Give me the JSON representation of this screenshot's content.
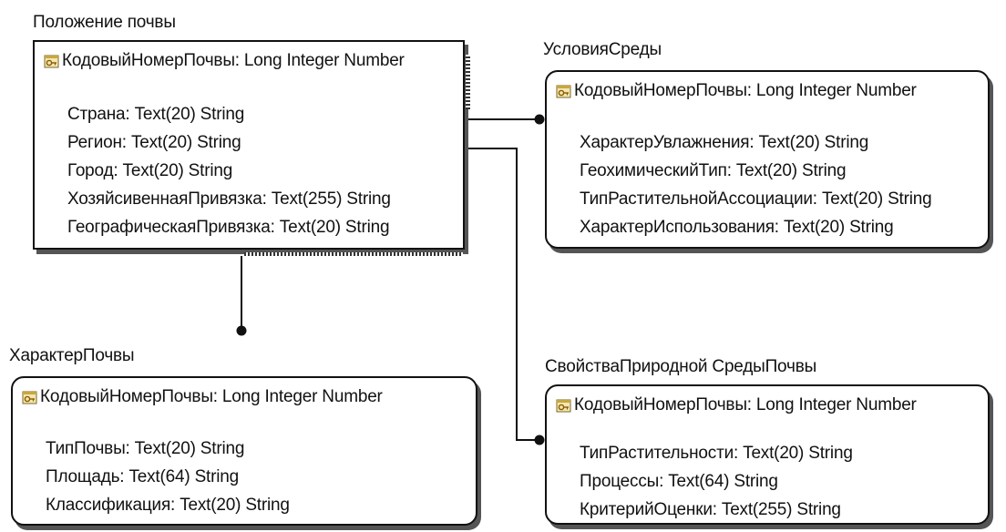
{
  "entities": {
    "soil_position": {
      "title": "Положение почвы",
      "key": "КодовыйНомерПочвы: Long Integer Number",
      "attributes": [
        "Страна: Text(20) String",
        "Регион: Text(20) String",
        "Город: Text(20) String",
        "ХозяйсивеннаяПривязка: Text(255) String",
        "ГеографическаяПривязка: Text(20) String"
      ]
    },
    "environment_conditions": {
      "title": "УсловияСреды",
      "key": "КодовыйНомерПочвы: Long Integer Number",
      "attributes": [
        "ХарактерУвлажнения: Text(20) String",
        "ГеохимическийТип: Text(20) String",
        "ТипРастительнойАссоциации: Text(20) String",
        "ХарактерИспользования: Text(20) String"
      ]
    },
    "soil_character": {
      "title": "ХарактерПочвы",
      "key": "КодовыйНомерПочвы: Long Integer Number",
      "attributes": [
        "ТипПочвы: Text(20) String",
        "Площадь: Text(64) String",
        "Классификация: Text(20) String"
      ]
    },
    "natural_environment_properties": {
      "title": "СвойстваПриродной СредыПочвы",
      "key": "КодовыйНомерПочвы: Long Integer Number",
      "attributes": [
        "ТипРастительности: Text(20) String",
        "Процессы: Text(64) String",
        "КритерийОценки: Text(255) String"
      ]
    }
  },
  "icons": {
    "key": "primary-key-icon"
  }
}
